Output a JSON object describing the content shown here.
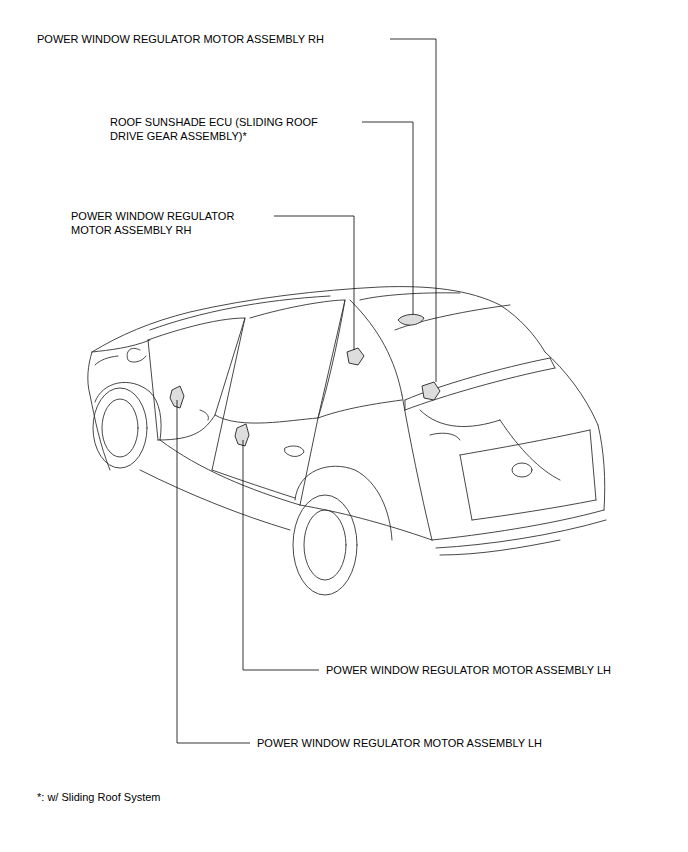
{
  "diagram": {
    "labels": [
      "POWER WINDOW REGULATOR MOTOR ASSEMBLY RH",
      "ROOF SUNSHADE ECU (SLIDING ROOF DRIVE GEAR ASSEMBLY)*",
      "POWER WINDOW REGULATOR MOTOR ASSEMBLY RH",
      "POWER WINDOW REGULATOR MOTOR ASSEMBLY LH",
      "POWER WINDOW REGULATOR MOTOR ASSEMBLY LH",
      "*: w/ Sliding Roof System"
    ]
  }
}
